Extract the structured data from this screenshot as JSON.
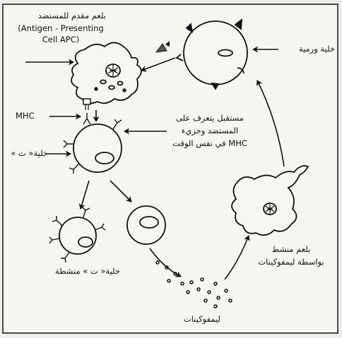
{
  "labels": {
    "apc_arabic": "بلعم مقدم للمستضد",
    "apc_english_line1": "(Antigen - Presenting",
    "apc_english_line2": "Cell APC)",
    "tumor_cell": "خلية ورمية",
    "mhc": "MHC",
    "receptor_line1": "مستقبل يتعرف على",
    "receptor_line2": "المستضد وجزيء",
    "receptor_line3": "MHC في نفس الوقت",
    "t_cell": "خلية« ت »",
    "activated_t_cell": "خلية« ت » منشطة",
    "activated_macrophage_line1": "بلعم منشط",
    "activated_macrophage_line2": "بواسطة ليمفوكينات",
    "lymphokines": "ليمفوكينات"
  }
}
